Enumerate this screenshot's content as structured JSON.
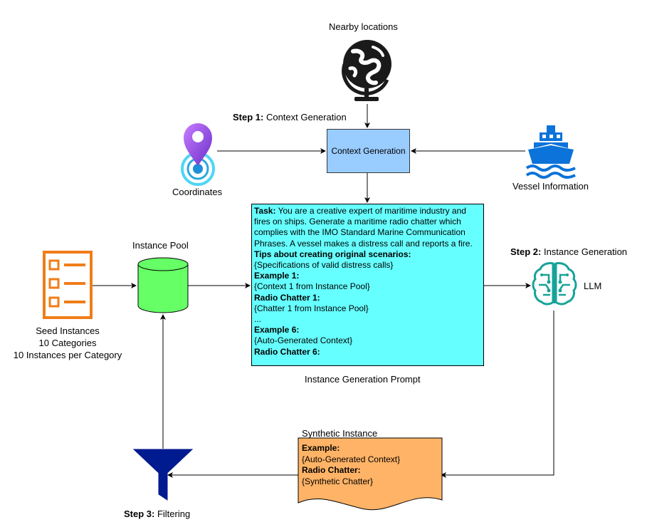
{
  "nearby": {
    "label": "Nearby locations",
    "icon": "globe-icon"
  },
  "step1": {
    "bold": "Step 1:",
    "text": " Context Generation"
  },
  "coordinates": {
    "label": "Coordinates",
    "icon": "location-pin-icon"
  },
  "context_box": {
    "label": "Context Generation",
    "color": "#99ccff"
  },
  "vessel": {
    "label": "Vessel Information",
    "icon": "ship-icon"
  },
  "instance_pool": {
    "label": "Instance Pool",
    "icon": "database-icon",
    "color": "#66ff66"
  },
  "seed": {
    "icon": "checklist-icon",
    "line1": "Seed Instances",
    "line2": "10 Categories",
    "line3": "10 Instances per Category"
  },
  "prompt": {
    "color": "#66ffff",
    "task_bold": "Task:",
    "task_text": " You are a creative expert of maritime industry and fires on ships. Generate a maritime radio chatter which complies with the IMO Standard Marine Communication Phrases. A vessel makes a distress call and reports a fire.",
    "tips_bold": "Tips about creating original scenarios:",
    "tips_text": "{Specifications of valid distress calls}",
    "ex1_bold": "Example 1:",
    "ex1_text": "{Context 1 from Instance Pool}",
    "rc1_bold": "Radio Chatter 1:",
    "rc1_text": "{Chatter 1 from Instance Pool}",
    "ellipsis": "...",
    "ex6_bold": "Example 6:",
    "ex6_text": "{Auto-Generated Context}",
    "rc6_bold": "Radio Chatter 6:",
    "caption": "Instance Generation Prompt"
  },
  "step2": {
    "bold": "Step 2:",
    "text": " Instance Generation"
  },
  "llm": {
    "label": "LLM",
    "icon": "brain-circuit-icon"
  },
  "synthetic": {
    "title": "Synthetic Instance",
    "color": "#ffb366",
    "ex_bold": "Example:",
    "ex_text": "{Auto-Generated Context}",
    "rc_bold": "Radio Chatter:",
    "rc_text": "{Synthetic Chatter}"
  },
  "step3": {
    "bold": "Step 3:",
    "text": " Filtering",
    "icon": "funnel-icon"
  }
}
